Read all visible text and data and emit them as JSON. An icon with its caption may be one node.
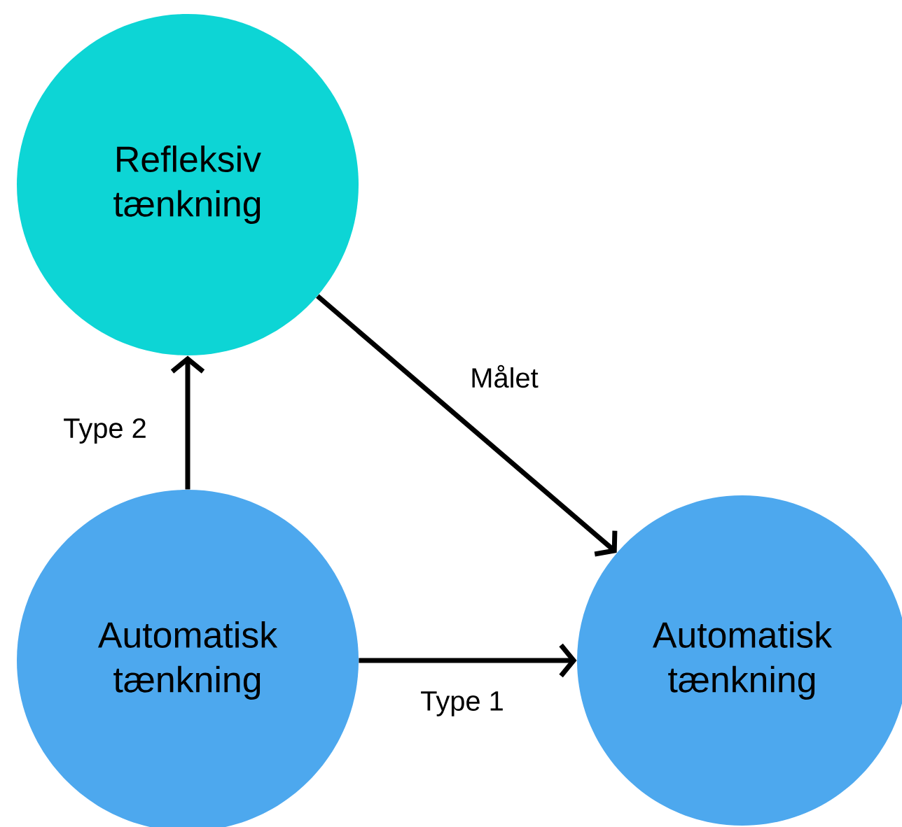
{
  "diagram": {
    "nodes": [
      {
        "text": [
          "Refleksiv tænkning"
        ]
      },
      {
        "text": [
          "Automatisk tænkning"
        ]
      },
      {
        "text": [
          "Automatisk tænkning"
        ]
      }
    ],
    "edges": [
      {
        "from": 1,
        "to": 0,
        "arrow": "to",
        "label": "Type 2"
      },
      {
        "from": 0,
        "to": 2,
        "arrow": "to",
        "label": "Målet"
      },
      {
        "from": 1,
        "to": 2,
        "arrow": "to",
        "label": "Type 1"
      }
    ]
  }
}
